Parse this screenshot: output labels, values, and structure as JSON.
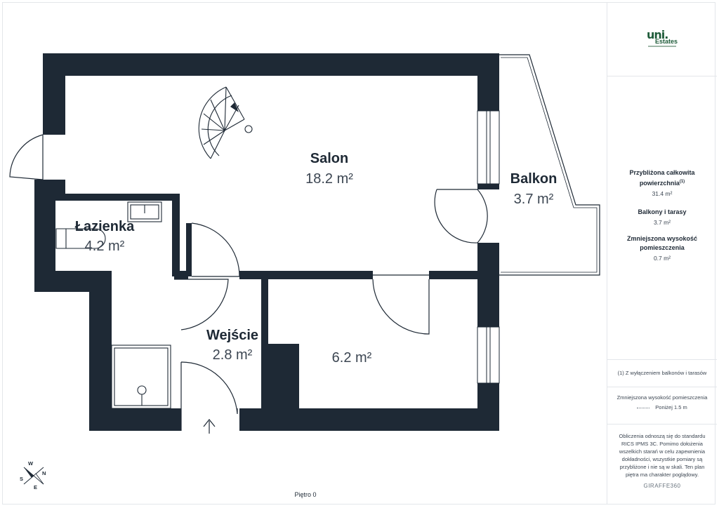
{
  "logo": {
    "mark": "uni.",
    "brand": "Estates"
  },
  "rooms": [
    {
      "name": "Salon",
      "area": "18.2 m²"
    },
    {
      "name": "Balkon",
      "area": "3.7 m²"
    },
    {
      "name": "Łazienka",
      "area": "4.2 m²"
    },
    {
      "name": "Wejście",
      "area": "2.8 m²"
    },
    {
      "name": "",
      "area": "6.2 m²"
    }
  ],
  "summary": {
    "total_label": "Przybliżona całkowita powierzchnia",
    "total_note_marker": "(1)",
    "total_value": "31.4 m²",
    "balconies_label": "Balkony i tarasy",
    "balconies_value": "3.7 m²",
    "reduced_label": "Zmniejszona wysokość pomieszczenia",
    "reduced_value": "0.7 m²"
  },
  "footnote": "(1) Z wyłączeniem balkonów i tarasów",
  "legend": {
    "title": "Zmniejszona wysokość pomieszczenia",
    "item": "Poniżej 1.5 m"
  },
  "disclaimer": "Obliczenia odnoszą się do standardu RICS IPMS 3C. Pomimo dołożenia wszelkich starań w celu zapewnienia dokładności, wszystkie pomiary są przybliżone i nie są w skali. Ten plan piętra ma charakter poglądowy.",
  "credit": "GIRAFFE360",
  "floor_label": "Piętro 0",
  "compass": {
    "n": "N",
    "e": "E",
    "s": "S",
    "w": "W"
  },
  "colors": {
    "wall": "#1e2935",
    "accent": "#1f5c3a",
    "text": "#1e2935",
    "area_text": "#3c4652"
  }
}
